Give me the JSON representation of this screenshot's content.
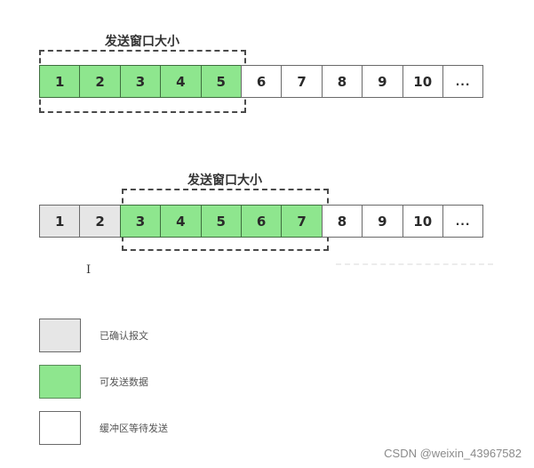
{
  "colors": {
    "acked": "#e6e6e6",
    "sendable": "#8ee68e",
    "buffered": "#ffffff",
    "border": "#6a6a6a",
    "window_border": "#4a4a4a"
  },
  "diagram1": {
    "window_title": "发送窗口大小",
    "cells": [
      {
        "label": "1",
        "state": "sendable"
      },
      {
        "label": "2",
        "state": "sendable"
      },
      {
        "label": "3",
        "state": "sendable"
      },
      {
        "label": "4",
        "state": "sendable"
      },
      {
        "label": "5",
        "state": "sendable"
      },
      {
        "label": "6",
        "state": "buffered"
      },
      {
        "label": "7",
        "state": "buffered"
      },
      {
        "label": "8",
        "state": "buffered"
      },
      {
        "label": "9",
        "state": "buffered"
      },
      {
        "label": "10",
        "state": "buffered"
      },
      {
        "label": "...",
        "state": "buffered"
      }
    ]
  },
  "diagram2": {
    "window_title": "发送窗口大小",
    "cells": [
      {
        "label": "1",
        "state": "acked"
      },
      {
        "label": "2",
        "state": "acked"
      },
      {
        "label": "3",
        "state": "sendable"
      },
      {
        "label": "4",
        "state": "sendable"
      },
      {
        "label": "5",
        "state": "sendable"
      },
      {
        "label": "6",
        "state": "sendable"
      },
      {
        "label": "7",
        "state": "sendable"
      },
      {
        "label": "8",
        "state": "buffered"
      },
      {
        "label": "9",
        "state": "buffered"
      },
      {
        "label": "10",
        "state": "buffered"
      },
      {
        "label": "...",
        "state": "buffered"
      }
    ]
  },
  "cursor": {
    "glyph": "I"
  },
  "legend": [
    {
      "label": "已确认报文",
      "state": "acked"
    },
    {
      "label": "可发送数据",
      "state": "sendable"
    },
    {
      "label": "缓冲区等待发送",
      "state": "buffered"
    }
  ],
  "watermark": "CSDN @weixin_43967582"
}
